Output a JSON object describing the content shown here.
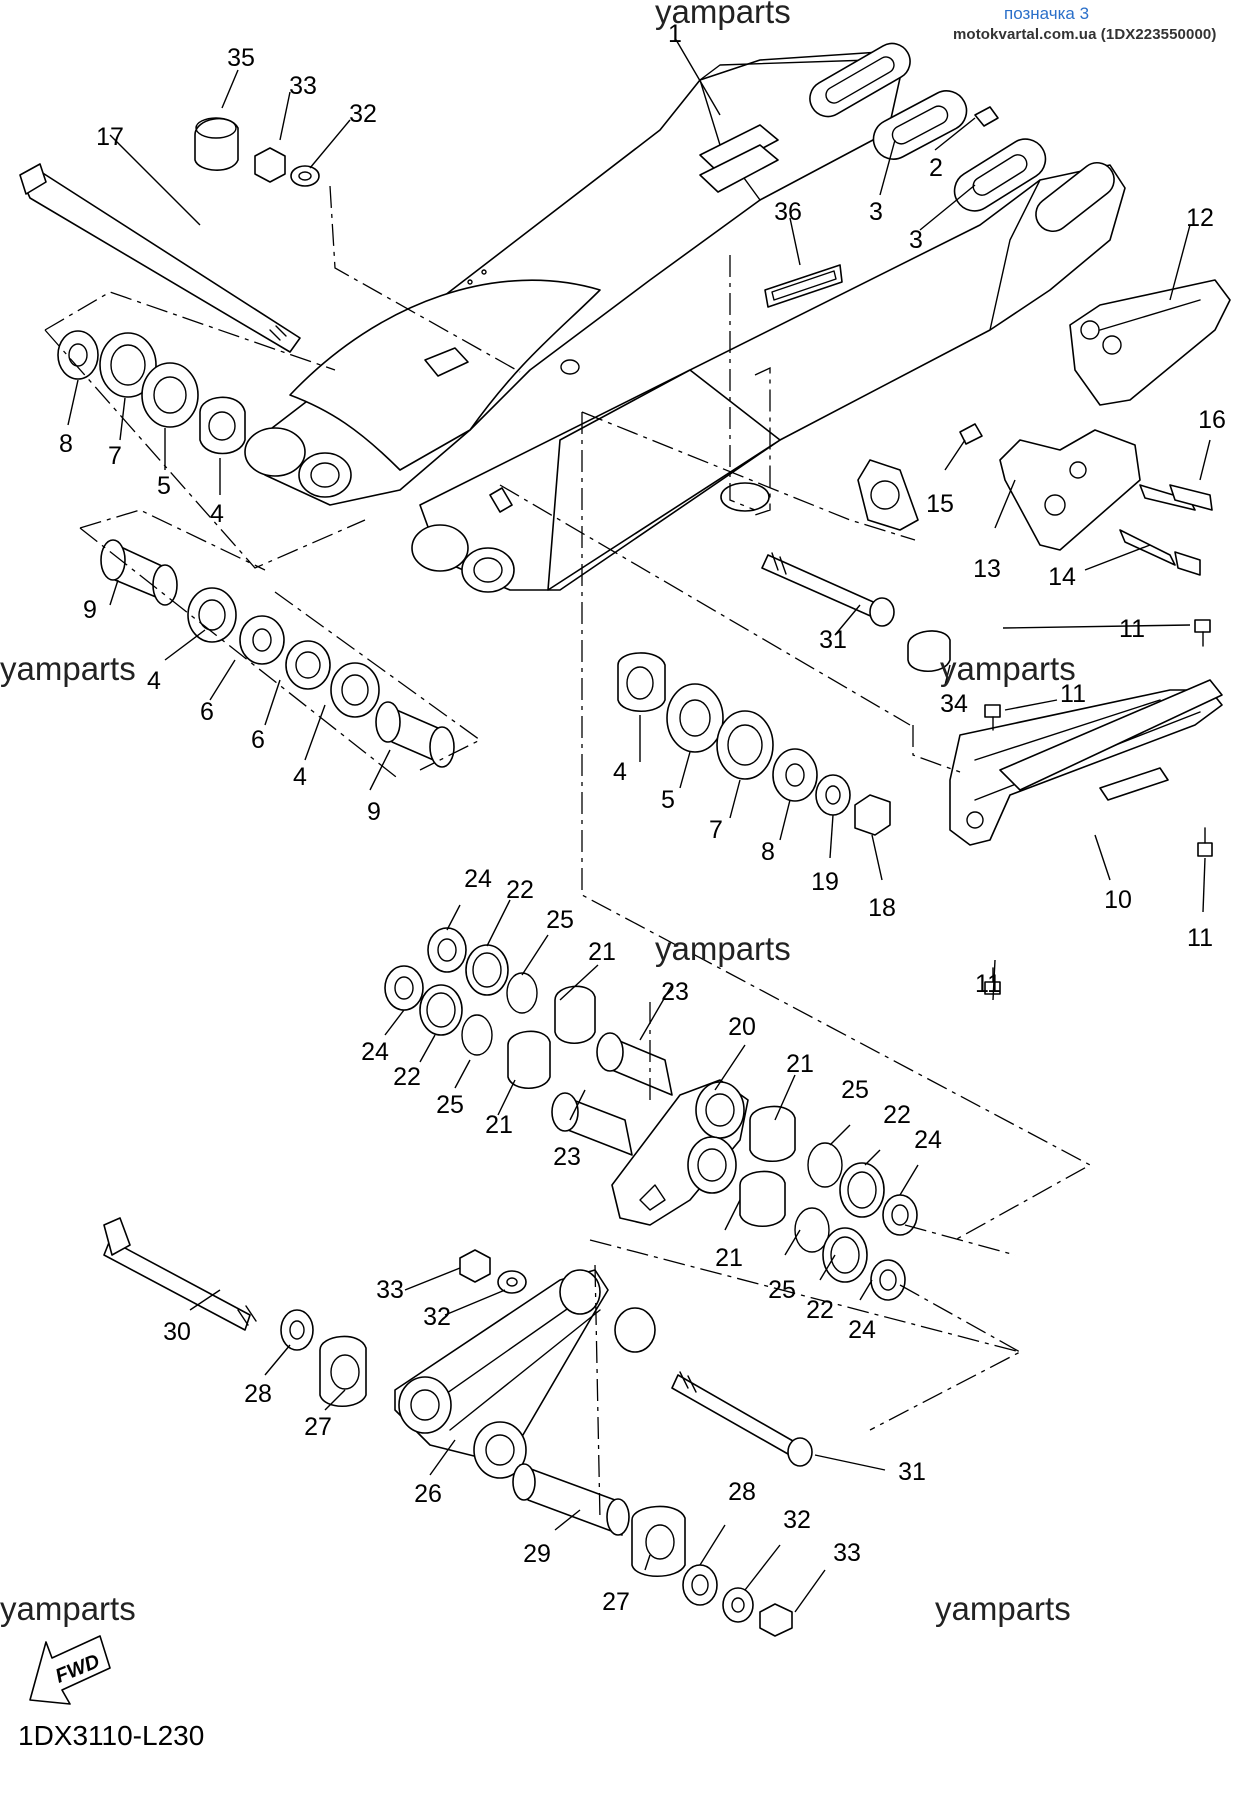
{
  "header": {
    "label_link": "позначка 3",
    "source": "motokvartal.com.ua (1DX223550000)"
  },
  "watermarks": [
    "yamparts",
    "yamparts",
    "yamparts",
    "yamparts",
    "yamparts",
    "yamparts"
  ],
  "diagram_code": "1DX3110-L230",
  "fwd_badge": "FWD",
  "callouts": [
    "1",
    "2",
    "3",
    "3",
    "4",
    "4",
    "4",
    "4",
    "5",
    "5",
    "6",
    "6",
    "7",
    "7",
    "8",
    "8",
    "9",
    "9",
    "10",
    "11",
    "11",
    "11",
    "11",
    "12",
    "13",
    "14",
    "15",
    "16",
    "17",
    "18",
    "19",
    "20",
    "21",
    "21",
    "21",
    "21",
    "22",
    "22",
    "22",
    "22",
    "23",
    "23",
    "24",
    "24",
    "24",
    "24",
    "25",
    "25",
    "25",
    "25",
    "26",
    "27",
    "27",
    "28",
    "28",
    "29",
    "30",
    "31",
    "31",
    "32",
    "32",
    "32",
    "33",
    "33",
    "33",
    "34",
    "35",
    "36"
  ]
}
